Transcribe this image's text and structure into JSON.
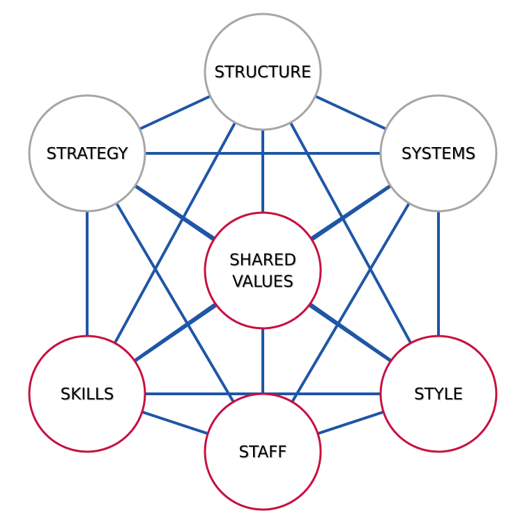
{
  "title": "7S Framework",
  "colors": {
    "edge": "#1f56a6",
    "hard": "#a6a6a6",
    "soft": "#c8103f"
  },
  "nodes": [
    {
      "id": "structure",
      "lines": [
        "STRUCTURE"
      ],
      "type": "hard"
    },
    {
      "id": "strategy",
      "lines": [
        "STRATEGY"
      ],
      "type": "hard"
    },
    {
      "id": "systems",
      "lines": [
        "SYSTEMS"
      ],
      "type": "hard"
    },
    {
      "id": "shared_values",
      "lines": [
        "SHARED",
        "VALUES"
      ],
      "type": "soft"
    },
    {
      "id": "skills",
      "lines": [
        "SKILLS"
      ],
      "type": "soft"
    },
    {
      "id": "style",
      "lines": [
        "STYLE"
      ],
      "type": "soft"
    },
    {
      "id": "staff",
      "lines": [
        "STAFF"
      ],
      "type": "soft"
    }
  ],
  "edges": "all-pairs"
}
